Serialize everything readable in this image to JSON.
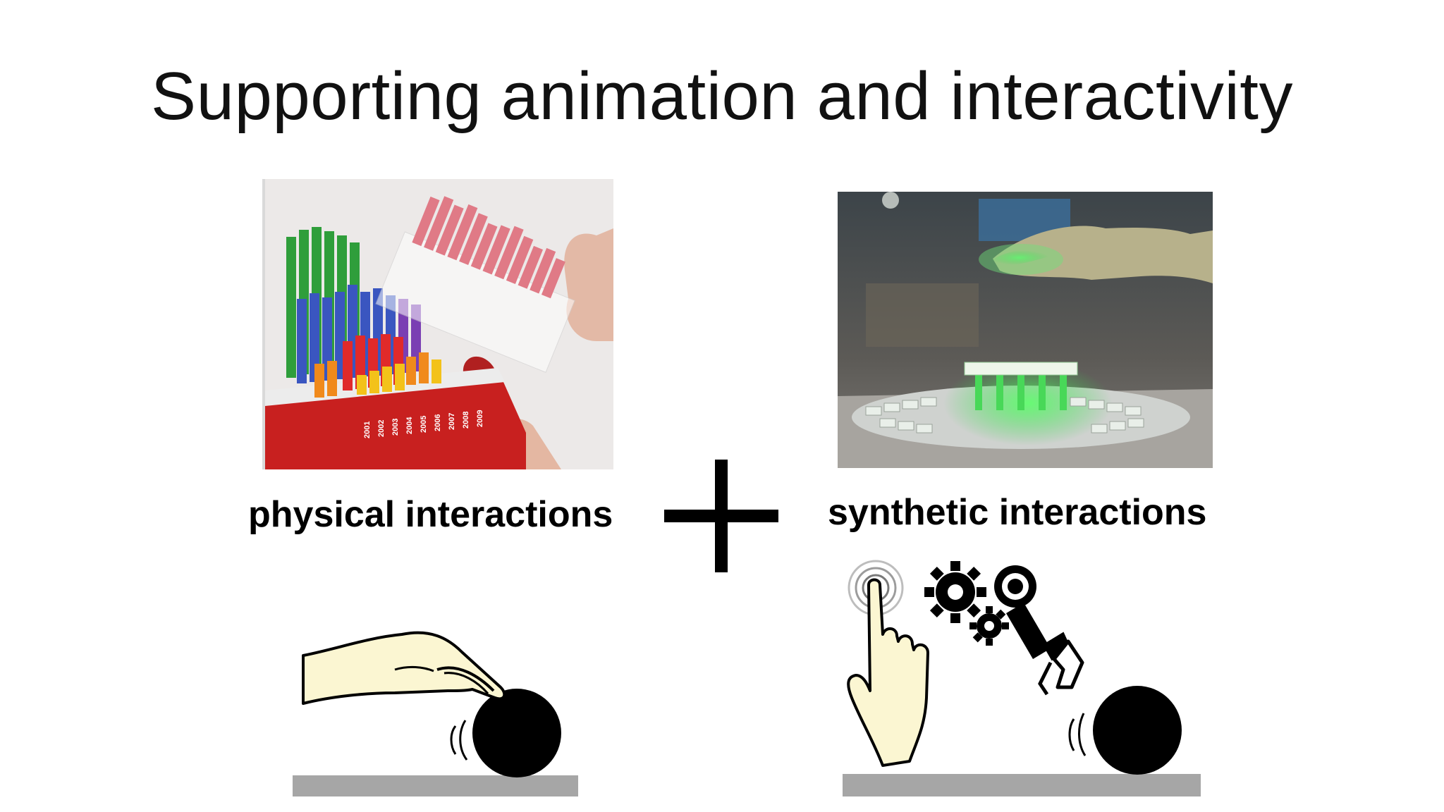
{
  "slide": {
    "title": "Supporting animation and interactivity"
  },
  "left_panel": {
    "caption": "physical interactions",
    "photo_icon": "physical-bar-chart-photo",
    "illustration_icon": "hand-pushing-ball-icon",
    "photo_year_labels": [
      "2001",
      "2002",
      "2003",
      "2004",
      "2005",
      "2006",
      "2007",
      "2008",
      "2009"
    ]
  },
  "right_panel": {
    "caption": "synthetic interactions",
    "photo_icon": "shape-display-photo",
    "illustration_icon": "finger-gears-robot-arm-ball-icon"
  },
  "center": {
    "icon": "plus-icon"
  },
  "colors": {
    "title": "#111111",
    "caption": "#000000",
    "ground": "#a6a6a6",
    "hand_fill": "#fbf6d2",
    "shape_display_glow": "#35d04a"
  }
}
